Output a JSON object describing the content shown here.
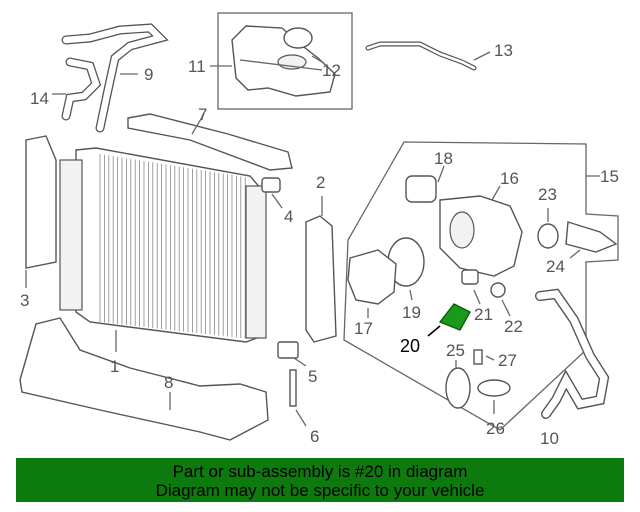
{
  "callouts": {
    "c1": "1",
    "c2": "2",
    "c3": "3",
    "c4": "4",
    "c5": "5",
    "c6": "6",
    "c7": "7",
    "c8": "8",
    "c9": "9",
    "c10": "10",
    "c11": "11",
    "c12": "12",
    "c13": "13",
    "c14": "14",
    "c15": "15",
    "c16": "16",
    "c17": "17",
    "c18": "18",
    "c19": "19",
    "c20": "20",
    "c21": "21",
    "c22": "22",
    "c23": "23",
    "c24": "24",
    "c25": "25",
    "c26": "26",
    "c27": "27"
  },
  "highlight": {
    "color": "#1a9a1a"
  },
  "banner": {
    "line1": "Part or sub-assembly is #20 in diagram",
    "line2": "Diagram may not be specific to your vehicle",
    "color": "#0c7a0c"
  }
}
